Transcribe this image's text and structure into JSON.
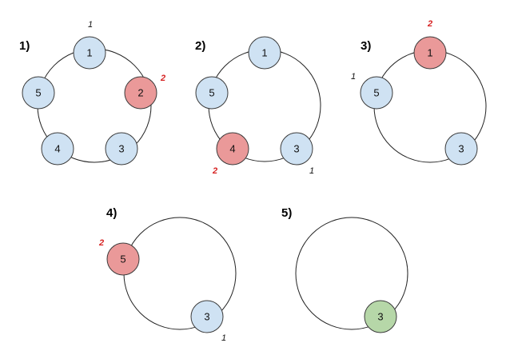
{
  "colors": {
    "normal": "#cfe2f3",
    "eliminated": "#ea9999",
    "winner": "#b6d7a8",
    "ring": "#222222",
    "count_1": "#111111",
    "count_2": "#d62222"
  },
  "steps": [
    {
      "title": "1)",
      "nodes": [
        {
          "label": "1",
          "state": "normal",
          "count": "1"
        },
        {
          "label": "2",
          "state": "eliminated",
          "count": "2"
        },
        {
          "label": "3",
          "state": "normal",
          "count": ""
        },
        {
          "label": "4",
          "state": "normal",
          "count": ""
        },
        {
          "label": "5",
          "state": "normal",
          "count": ""
        }
      ]
    },
    {
      "title": "2)",
      "nodes": [
        {
          "label": "1",
          "state": "normal",
          "count": ""
        },
        {
          "label": "3",
          "state": "normal",
          "count": "1"
        },
        {
          "label": "4",
          "state": "eliminated",
          "count": "2"
        },
        {
          "label": "5",
          "state": "normal",
          "count": ""
        }
      ]
    },
    {
      "title": "3)",
      "nodes": [
        {
          "label": "1",
          "state": "eliminated",
          "count": "2"
        },
        {
          "label": "3",
          "state": "normal",
          "count": ""
        },
        {
          "label": "5",
          "state": "normal",
          "count": "1"
        }
      ]
    },
    {
      "title": "4)",
      "nodes": [
        {
          "label": "3",
          "state": "normal",
          "count": "1"
        },
        {
          "label": "5",
          "state": "eliminated",
          "count": "2"
        }
      ]
    },
    {
      "title": "5)",
      "nodes": [
        {
          "label": "3",
          "state": "winner",
          "count": ""
        }
      ]
    }
  ]
}
